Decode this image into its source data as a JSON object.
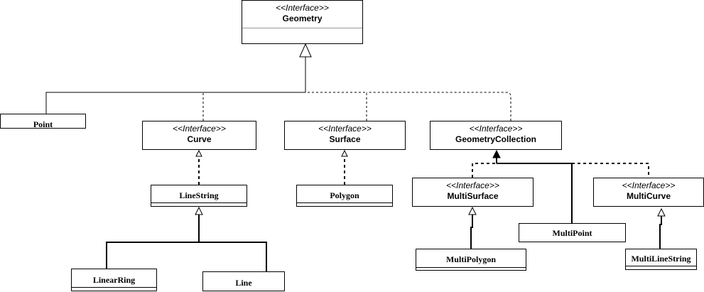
{
  "stereotype": "<<Interface>>",
  "interfaces": {
    "geometry": "Geometry",
    "curve": "Curve",
    "surface": "Surface",
    "geometry_collection": "GeometryCollection",
    "multi_surface": "MultiSurface",
    "multi_curve": "MultiCurve"
  },
  "classes": {
    "point": "Point",
    "line_string": "LineString",
    "polygon": "Polygon",
    "linear_ring": "LinearRing",
    "line": "Line",
    "multi_point": "MultiPoint",
    "multi_polygon": "MultiPolygon",
    "multi_line_string": "MultiLineString"
  }
}
